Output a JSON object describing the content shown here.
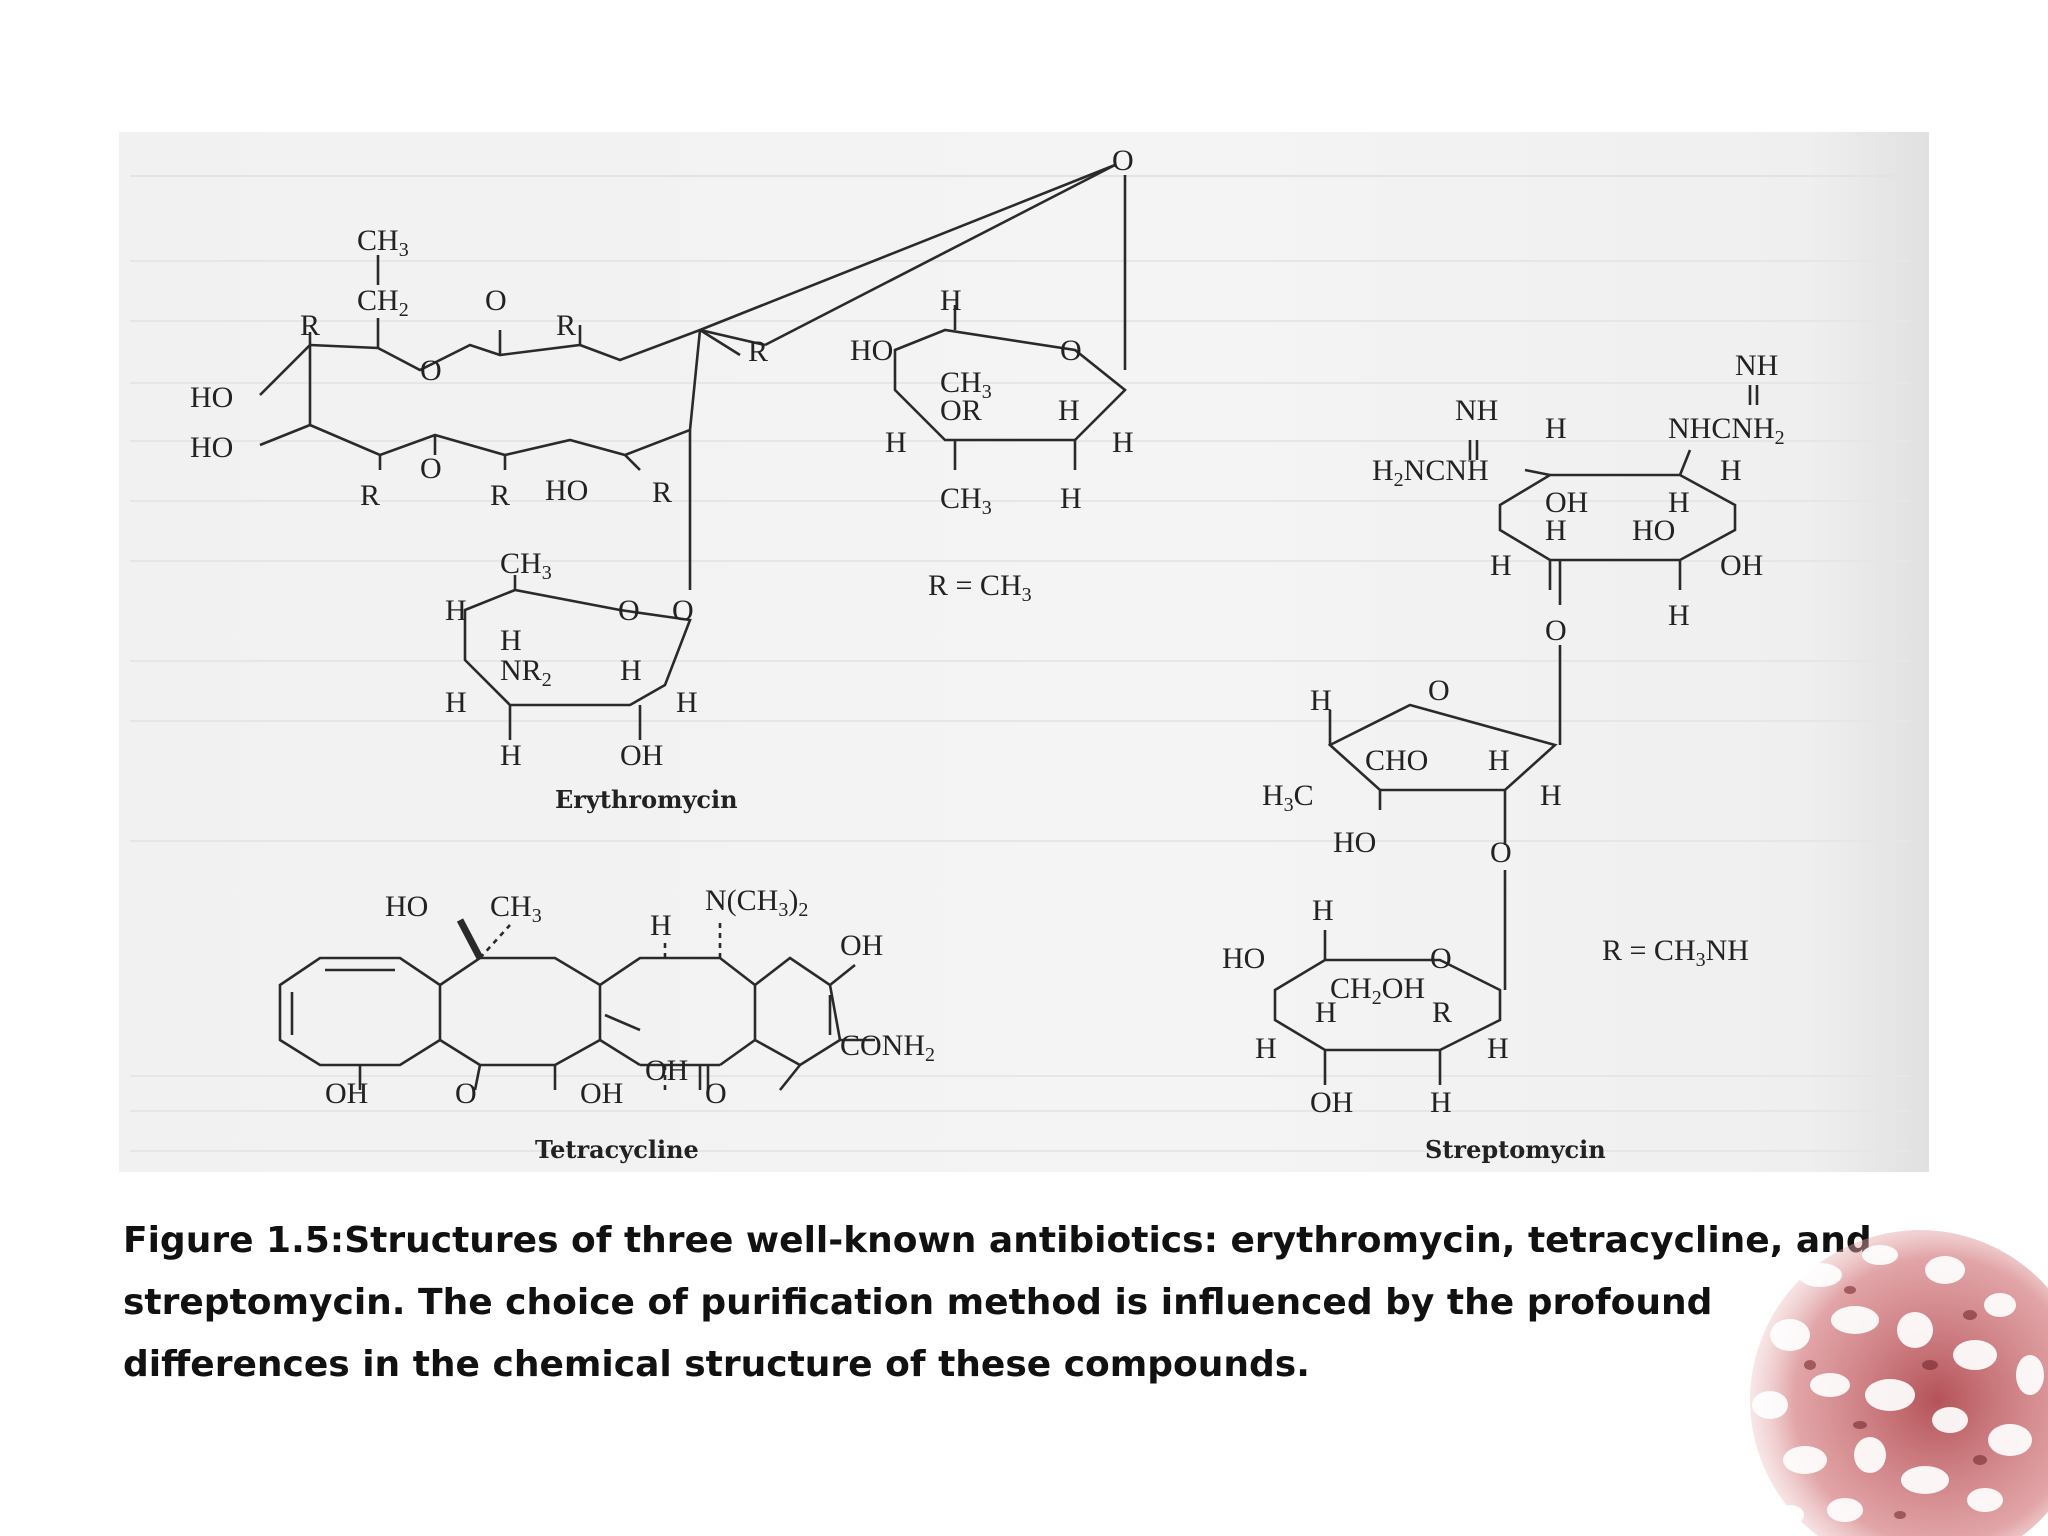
{
  "figure": {
    "erythromycin": {
      "name": "Erythromycin",
      "labels": [
        "CH₃",
        "CH₂",
        "O",
        "R",
        "R",
        "HO",
        "O",
        "HO",
        "R",
        "R",
        "HO",
        "R",
        "O",
        "R",
        "O",
        "H",
        "HO",
        "O",
        "CH₃",
        "OR",
        "H",
        "H",
        "H",
        "CH₃",
        "H",
        "R = CH₃",
        "CH₃",
        "H",
        "O",
        "O",
        "H",
        "NR₂",
        "H",
        "H",
        "H",
        "H",
        "OH"
      ]
    },
    "tetracycline": {
      "name": "Tetracycline",
      "labels": [
        "HO",
        "CH₃",
        "H",
        "N(CH₃)₂",
        "OH",
        "CONH₂",
        "OH",
        "O",
        "OH",
        "OH",
        "O"
      ]
    },
    "streptomycin": {
      "name": "Streptomycin",
      "labels": [
        "NH",
        "NH",
        "H",
        "NHCNH₂",
        "H₂NCNH",
        "H",
        "OH",
        "H",
        "H",
        "HO",
        "H",
        "OH",
        "H",
        "O",
        "H",
        "O",
        "CHO",
        "H",
        "H₃C",
        "H",
        "HO",
        "O",
        "H",
        "HO",
        "O",
        "CH₂OH",
        "H",
        "R",
        "H",
        "H",
        "OH",
        "H",
        "R = CH₃NH"
      ]
    }
  },
  "caption": "Figure 1.5:Structures of three well-known antibiotics: erythromycin, tetracycline, and streptomycin. The choice of purification method is influenced by the profound differences in the chemical structure of these compounds.",
  "decoration": {
    "sponge_icon": "porous-texture-icon",
    "sponge_color": "#c9646a"
  }
}
